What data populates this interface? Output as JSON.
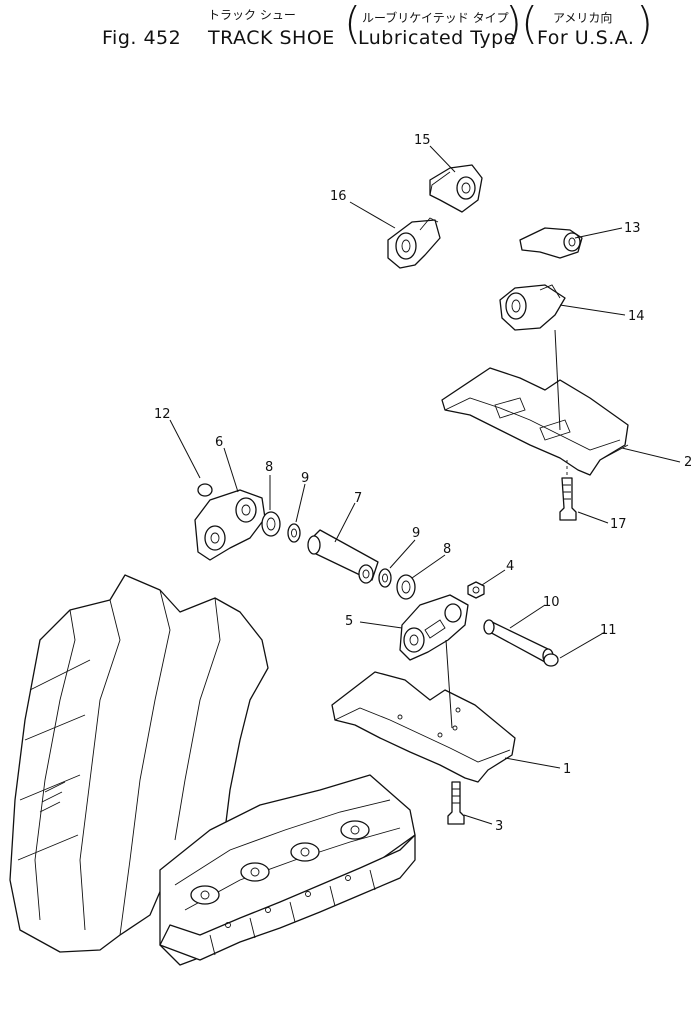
{
  "header": {
    "fig_label": "Fig. 452",
    "title_en": "TRACK SHOE",
    "title_jp": "トラック シュー",
    "type_en": "Lubricated Type",
    "type_jp": "ルーブリケイテッド タイプ",
    "region_en": "For U.S.A.",
    "region_jp": "アメリカ向"
  },
  "callouts": [
    "15",
    "16",
    "13",
    "14",
    "2",
    "12",
    "6",
    "8",
    "9",
    "7",
    "17",
    "9",
    "8",
    "4",
    "10",
    "11",
    "5",
    "1",
    "3"
  ]
}
